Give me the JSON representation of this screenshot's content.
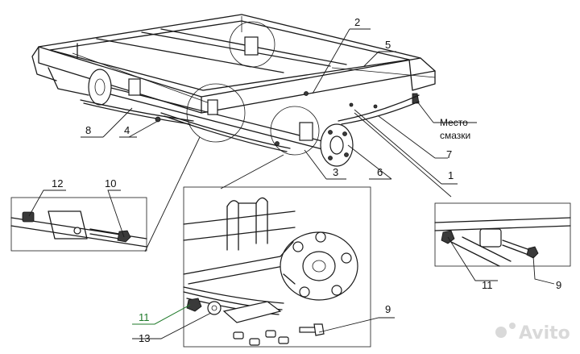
{
  "labels": {
    "n1": "1",
    "n2": "2",
    "n3": "3",
    "n4": "4",
    "n5": "5",
    "n6": "6",
    "n7": "7",
    "n8": "8",
    "left_12": "12",
    "left_10": "10",
    "right_11": "11",
    "right_9": "9",
    "center_11": "11",
    "center_13": "13",
    "center_9": "9"
  },
  "note": {
    "line1": "Место",
    "line2": "смазки"
  },
  "watermark": {
    "text": "Avito"
  },
  "colors": {
    "line": "#1a1a1a",
    "highlight_label": "#1f7a2a"
  }
}
